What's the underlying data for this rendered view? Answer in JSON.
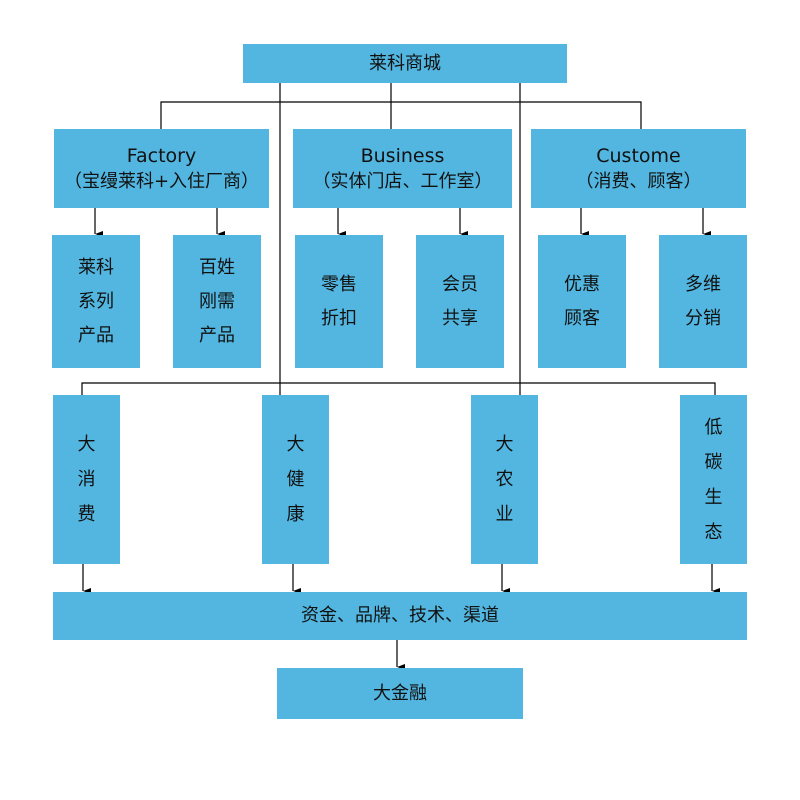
{
  "root": {
    "label": "莱科商城"
  },
  "categories": [
    {
      "title": "Factory",
      "subtitle": "（宝缦莱科+入住厂商）",
      "children": [
        {
          "lines": [
            "莱科",
            "系列",
            "产品"
          ]
        },
        {
          "lines": [
            "百姓",
            "刚需",
            "产品"
          ]
        }
      ]
    },
    {
      "title": "Business",
      "subtitle": "（实体门店、工作室）",
      "children": [
        {
          "lines": [
            "零售",
            "折扣"
          ]
        },
        {
          "lines": [
            "会员",
            "共享"
          ]
        }
      ]
    },
    {
      "title": "Custome",
      "subtitle": "（消费、顾客）",
      "children": [
        {
          "lines": [
            "优惠",
            "顾客"
          ]
        },
        {
          "lines": [
            "多维",
            "分销"
          ]
        }
      ]
    }
  ],
  "sectors": [
    {
      "lines": [
        "大",
        "消",
        "费"
      ]
    },
    {
      "lines": [
        "大",
        "健",
        "康"
      ]
    },
    {
      "lines": [
        "大",
        "农",
        "业"
      ]
    },
    {
      "lines": [
        "低",
        "碳",
        "生",
        "态"
      ]
    }
  ],
  "resources": {
    "label": "资金、品牌、技术、渠道"
  },
  "finance": {
    "label": "大金融"
  },
  "colors": {
    "box": "#52b6e0",
    "line": "#000000"
  }
}
